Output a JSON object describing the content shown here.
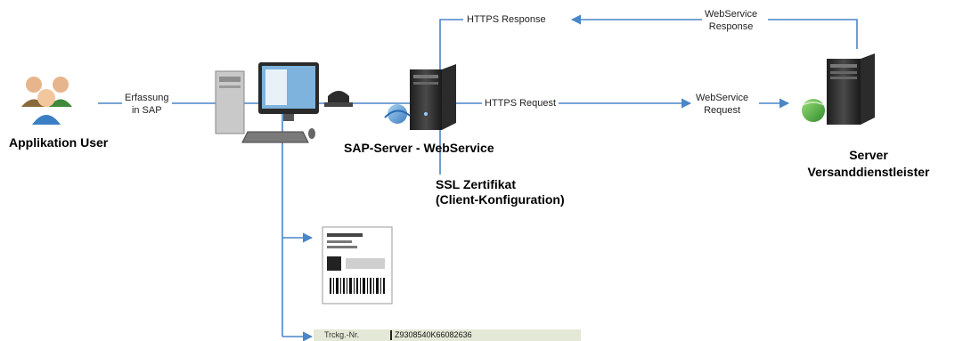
{
  "labels": {
    "applikation_user": "Applikation User",
    "erfassung_line1": "Erfassung",
    "erfassung_line2": "in SAP",
    "sap_server": "SAP-Server -  WebService",
    "ssl_line1": "SSL Zertifikat",
    "ssl_line2": "(Client-Konfiguration)",
    "https_request": "HTTPS Request",
    "https_response": "HTTPS Response",
    "ws_request_line1": "WebService",
    "ws_request_line2": "Request",
    "ws_response_line1": "WebService",
    "ws_response_line2": "Response",
    "server_line1": "Server",
    "server_line2": "Versanddienstleister",
    "tracking_label": "Trckg.-Nr.",
    "tracking_number": "Z9308540K66082636"
  },
  "colors": {
    "connector": "#4a86c8",
    "tracking_bar": "#e4e8d6"
  },
  "icons": [
    "users-icon",
    "workstation-icon",
    "scanner-icon",
    "server-icon",
    "globe-icon",
    "shipping-label-icon"
  ]
}
